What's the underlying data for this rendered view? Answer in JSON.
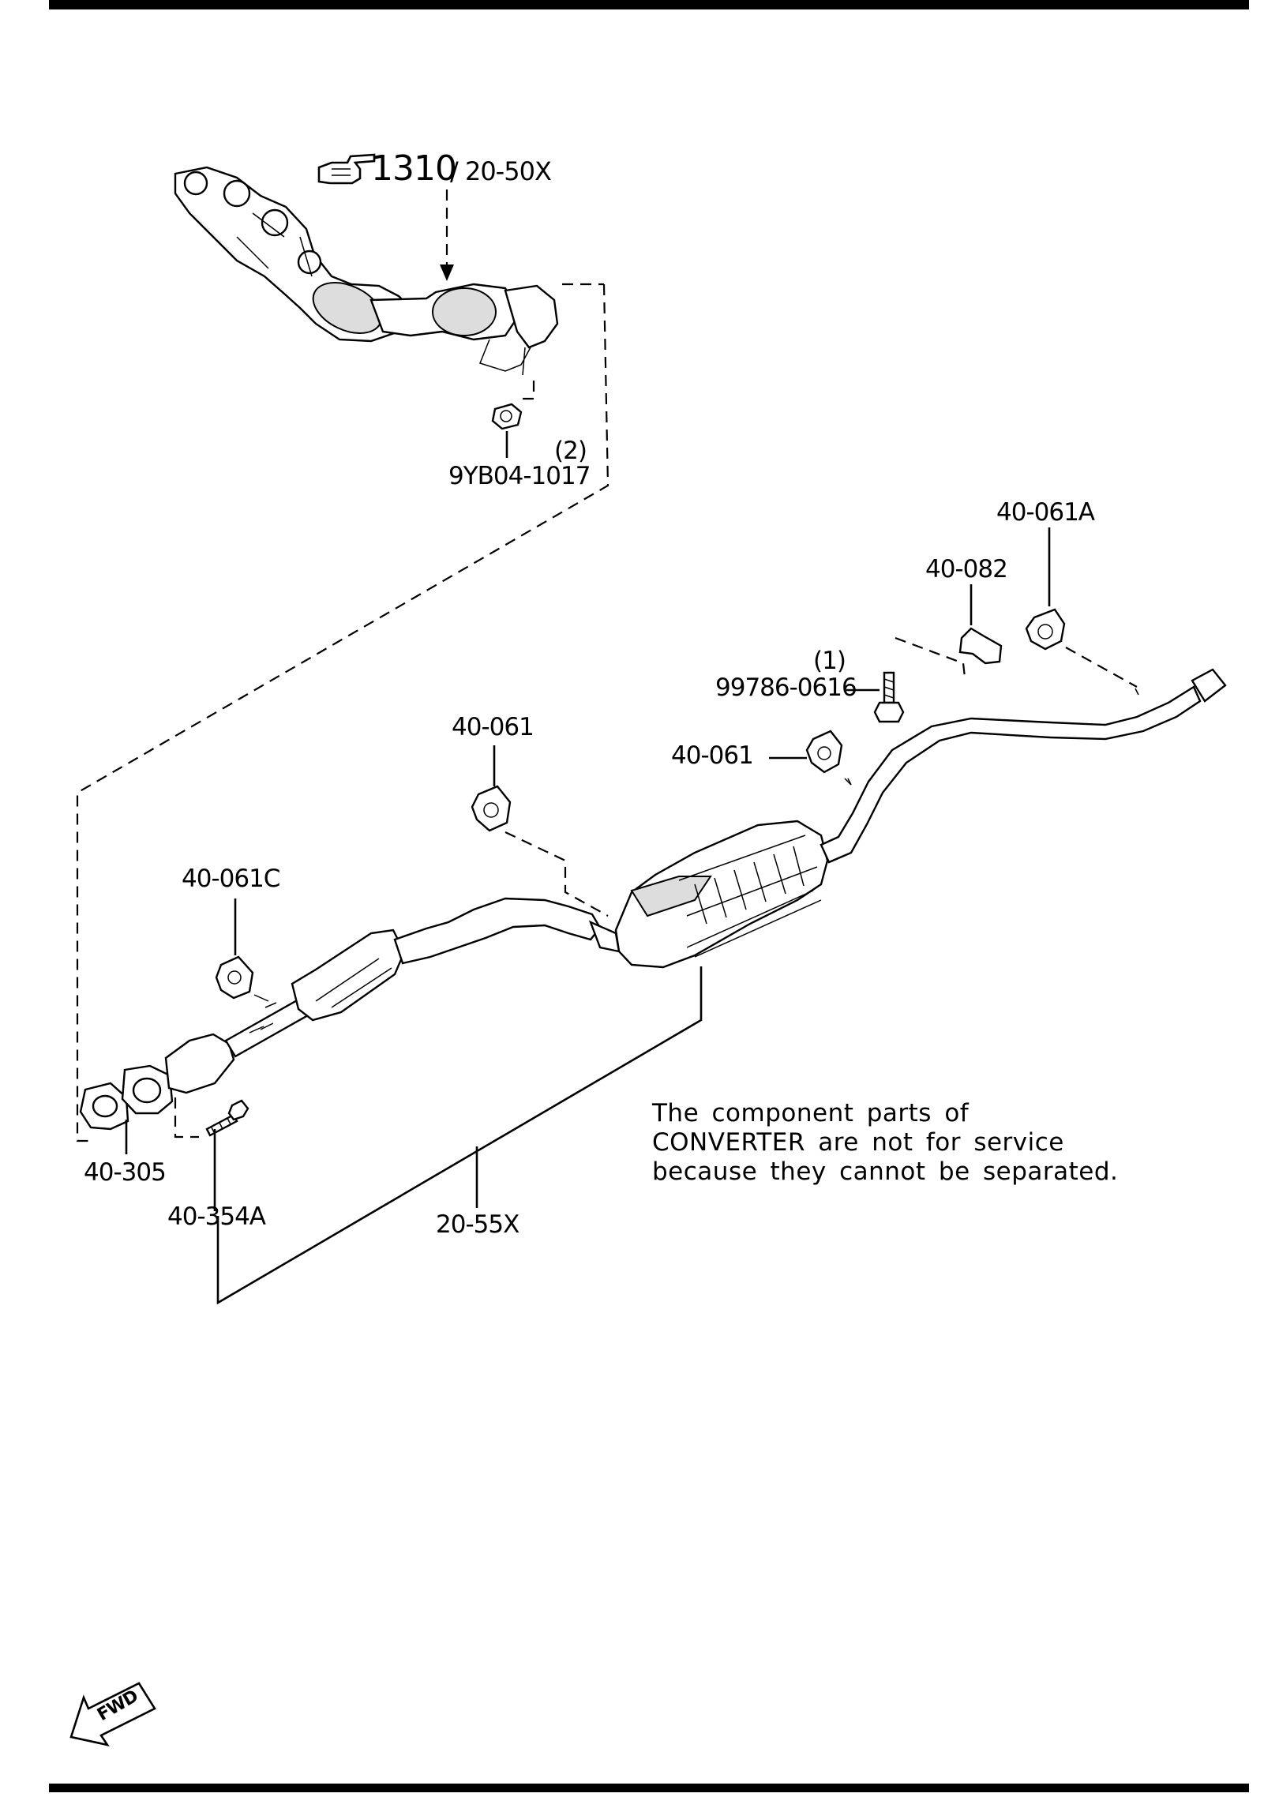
{
  "callouts": {
    "ref_section": "1310",
    "ref_slash_part": "/ 20-50X",
    "nut_qty": "(2)",
    "nut_part": "9YB04-1017",
    "hanger_061A": "40-061A",
    "bracket_082": "40-082",
    "bolt_qty": "(1)",
    "bolt_part": "99786-0616",
    "hanger_061_upper": "40-061",
    "hanger_061_right": "40-061",
    "hanger_061C": "40-061C",
    "gasket_305": "40-305",
    "bolt_354A": "40-354A",
    "pipe_55X": "20-55X"
  },
  "note": {
    "line1": "The component parts of",
    "line2": "CONVERTER are not for service",
    "line3": "because they cannot be separated."
  },
  "fwd_badge": "FWD",
  "icons": {
    "reference": "pointing-hand-icon",
    "direction": "fwd-arrow-icon"
  },
  "colors": {
    "ink": "#000000",
    "paper": "#ffffff"
  }
}
